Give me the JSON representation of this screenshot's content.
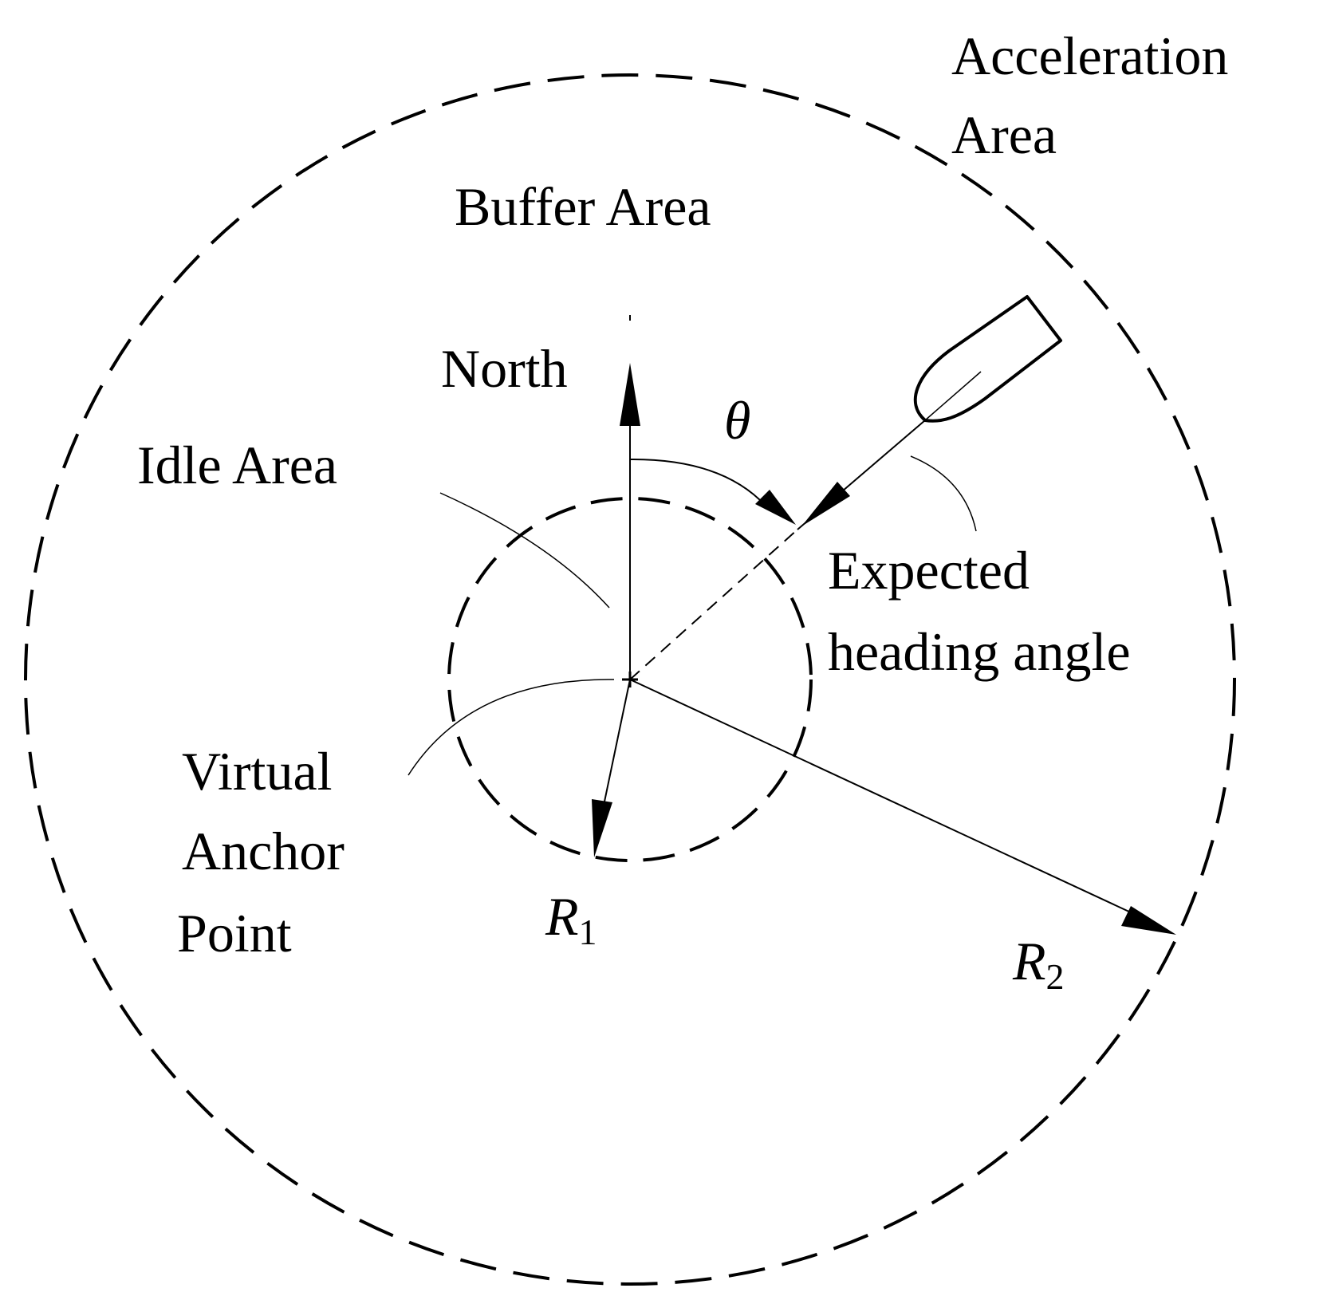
{
  "labels": {
    "acceleration_line1": "Acceleration",
    "acceleration_line2": "Area",
    "buffer": "Buffer Area",
    "north": "North",
    "theta": "θ",
    "idle": "Idle Area",
    "expected_line1": "Expected",
    "expected_line2": "heading angle",
    "virtual_line1": "Virtual",
    "virtual_line2": "Anchor",
    "virtual_line3": "Point",
    "r1_symbol": "R",
    "r1_sub": "1",
    "r2_symbol": "R",
    "r2_sub": "2"
  },
  "colors": {
    "stroke": "#000000",
    "background": "#ffffff"
  }
}
